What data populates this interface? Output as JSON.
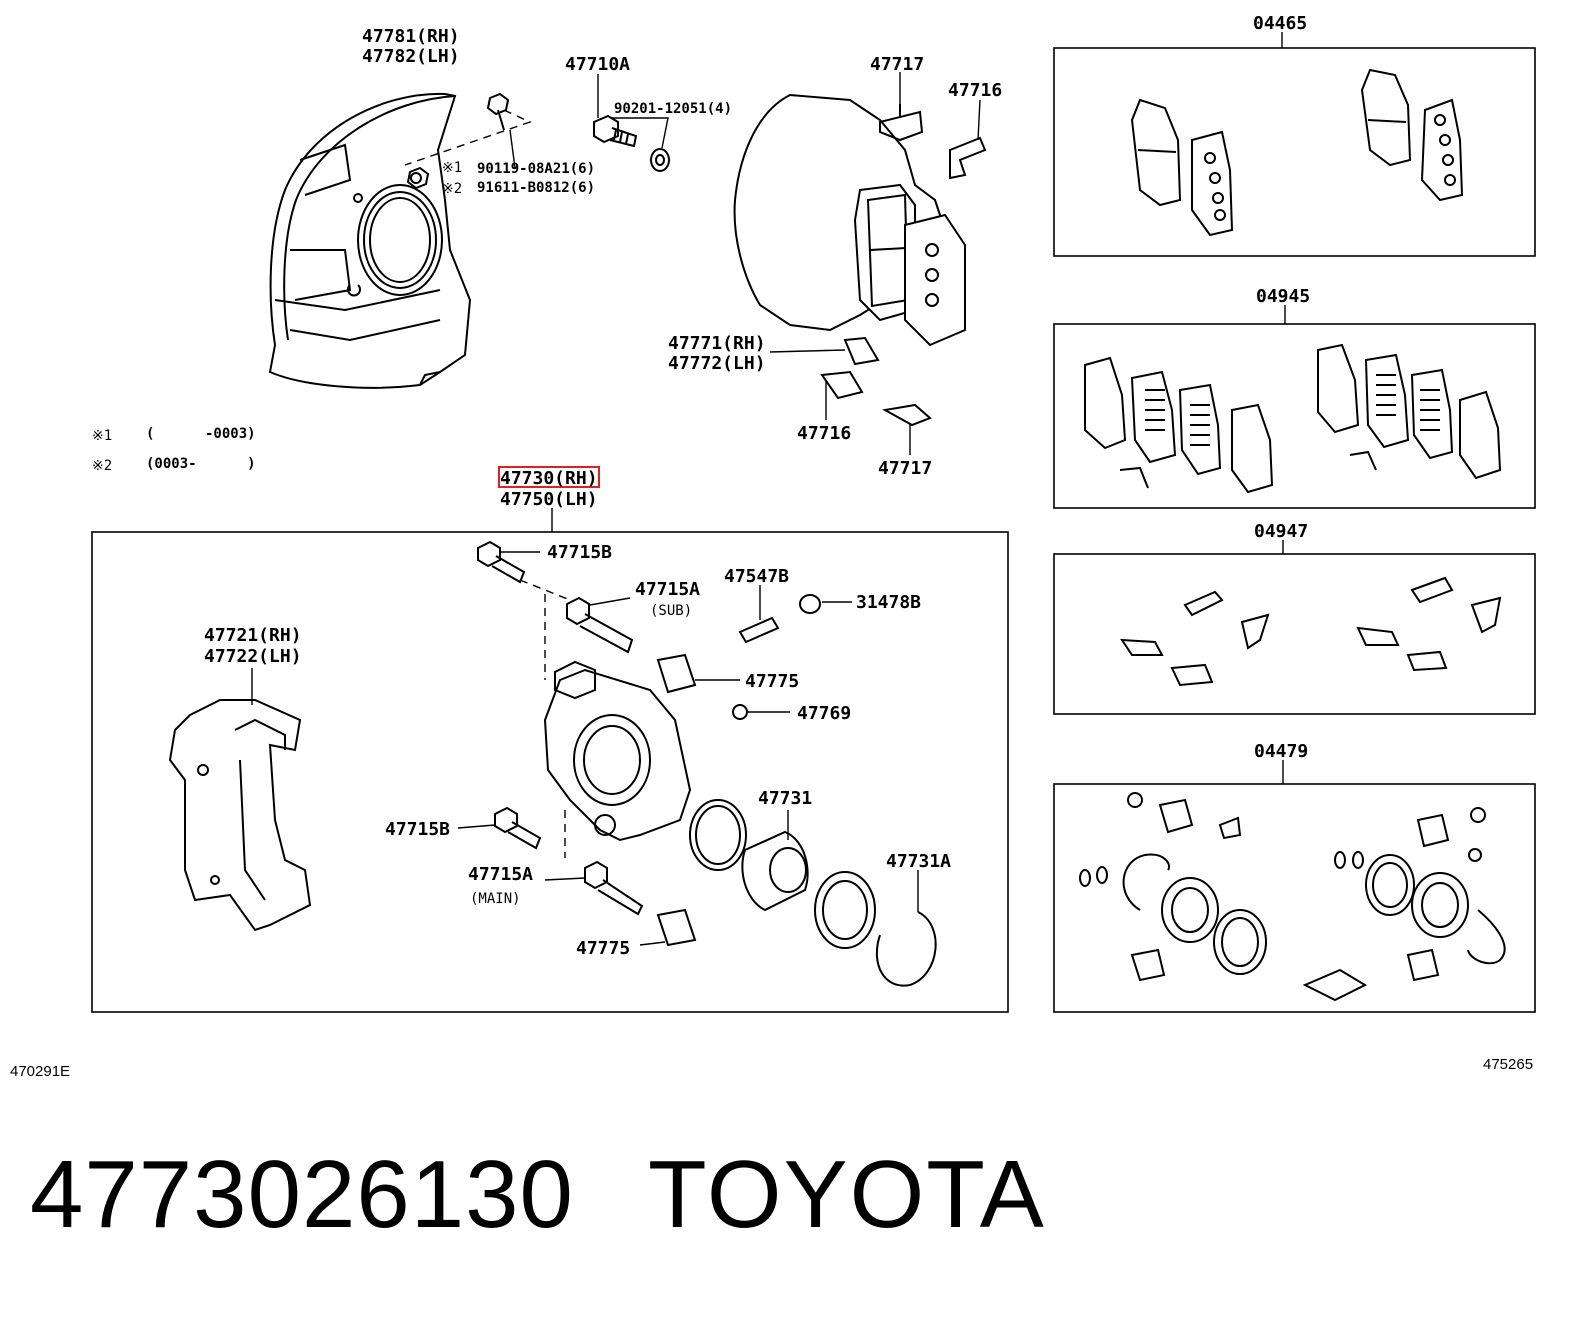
{
  "callouts": {
    "p47781": "47781(RH)",
    "p47782": "47782(LH)",
    "p47710a": "47710A",
    "p90201": "90201-12051(4)",
    "note1_mark": "※1",
    "p90119": "90119-08A21(6)",
    "note2_mark": "※2",
    "p91611": "91611-B0812(6)",
    "p47717_top": "47717",
    "p47716_top": "47716",
    "p47771": "47771(RH)",
    "p47772": "47772(LH)",
    "p47716_bot": "47716",
    "p47717_bot": "47717",
    "p47730": "47730(RH)",
    "p47750": "47750(LH)",
    "p47715b_top": "47715B",
    "p47715a_sub": "47715A",
    "sub_label": "(SUB)",
    "p47547b": "47547B",
    "p31478b": "31478B",
    "p47721": "47721(RH)",
    "p47722": "47722(LH)",
    "p47775_top": "47775",
    "p47769": "47769",
    "p47731": "47731",
    "p47715b_bot": "47715B",
    "p47715a_main": "47715A",
    "main_label": "(MAIN)",
    "p47731a": "47731A",
    "p47775_bot": "47775"
  },
  "notes": {
    "n1_mark": "※1",
    "n1_text": "(      -0003)",
    "n2_mark": "※2",
    "n2_text": "(0003-      )"
  },
  "kits": {
    "k04465": "04465",
    "k04945": "04945",
    "k04947": "04947",
    "k04479": "04479"
  },
  "codes": {
    "left": "470291E",
    "right": "475265"
  },
  "footer": {
    "part_number": "4773026130",
    "brand": "TOYOTA"
  },
  "highlight_color": "#e02020"
}
